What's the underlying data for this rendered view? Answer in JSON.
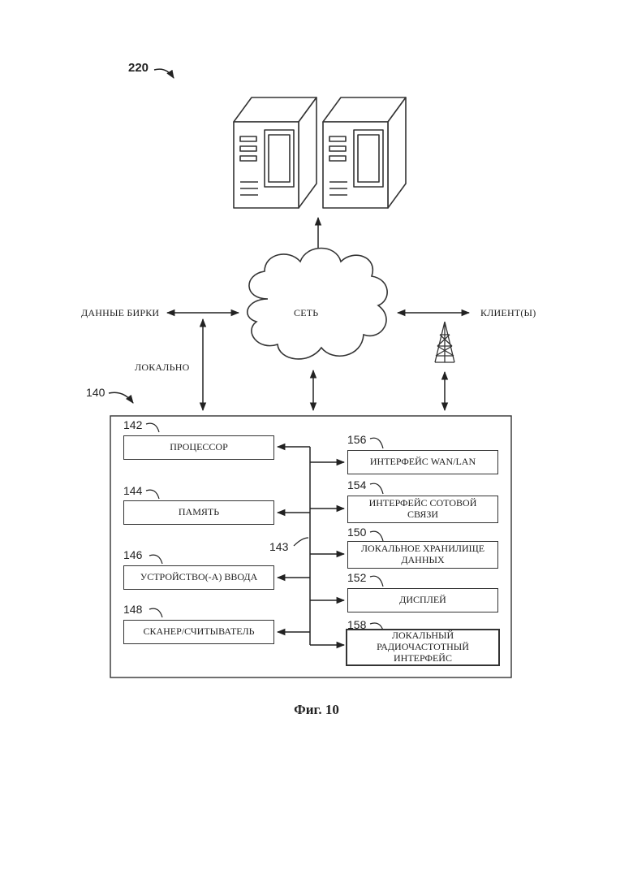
{
  "refs": {
    "system": "220",
    "device": "140",
    "processor": "142",
    "bus": "143",
    "memory": "144",
    "input": "146",
    "scanner": "148",
    "storage": "150",
    "display": "152",
    "cellular": "154",
    "wan": "156",
    "rf": "158"
  },
  "labels": {
    "network": "СЕТЬ",
    "tag_data": "ДАННЫЕ БИРКИ",
    "clients": "КЛИЕНТ(Ы)",
    "local": "ЛОКАЛЬНО"
  },
  "blocks": {
    "processor": "ПРОЦЕССОР",
    "memory": "ПАМЯТЬ",
    "input": "УСТРОЙСТВО(-А) ВВОДА",
    "scanner": "СКАНЕР/СЧИТЫВАТЕЛЬ",
    "wan": "ИНТЕРФЕЙС WAN/LAN",
    "cellular_1": "ИНТЕРФЕЙС СОТОВОЙ",
    "cellular_2": "СВЯЗИ",
    "storage_1": "ЛОКАЛЬНОЕ ХРАНИЛИЩЕ",
    "storage_2": "ДАННЫХ",
    "display": "ДИСПЛЕЙ",
    "rf_1": "ЛОКАЛЬНЫЙ",
    "rf_2": "РАДИОЧАСТОТНЫЙ",
    "rf_3": "ИНТЕРФЕЙС"
  },
  "caption": "Фиг. 10"
}
